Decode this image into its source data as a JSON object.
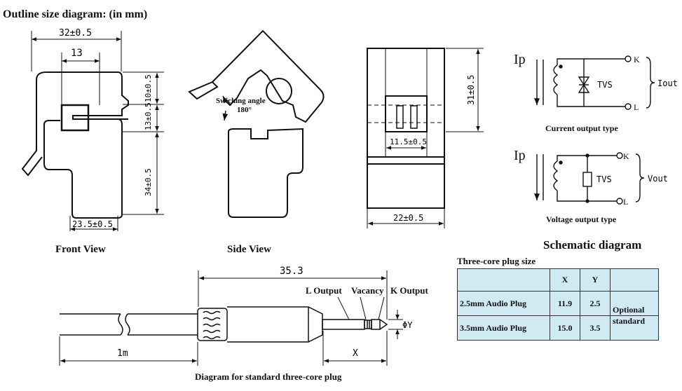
{
  "heading": "Outline size diagram: (in mm)",
  "front_view": {
    "title": "Front View",
    "dims": {
      "width_top": "32±0.5",
      "window": "13",
      "top_h": "10±0.5",
      "mid_h": "13±0.5",
      "lower_h": "34±0.5",
      "bottom_w": "23.5±0.5"
    }
  },
  "side_view": {
    "title": "Side View",
    "switching_line1": "Swiching angle",
    "switching_line2": "180°"
  },
  "back_view": {
    "height": "31±0.5",
    "pin_span": "11.5±0.5",
    "width": "22±0.5"
  },
  "schematic": {
    "title": "Schematic diagram",
    "current": {
      "ip": "Ip",
      "k": "K",
      "l": "L",
      "tvs": "TVS",
      "out": "Iout",
      "caption": "Current output type"
    },
    "voltage": {
      "ip": "Ip",
      "k": "K",
      "l": "L",
      "tvs": "TVS",
      "out": "Vout",
      "caption": "Voltage output type"
    }
  },
  "plug_table": {
    "title": "Three-core plug size",
    "headers": [
      "",
      "X",
      "Y",
      ""
    ],
    "rows": [
      {
        "name": "2.5mm Audio Plug",
        "x": "11.9",
        "y": "2.5"
      },
      {
        "name": "3.5mm Audio Plug",
        "x": "15.0",
        "y": "3.5"
      }
    ],
    "note1": "Optional",
    "note2": "standard"
  },
  "plug_diagram": {
    "title": "Diagram for standard three-core plug",
    "length": "35.3",
    "l_output": "L Output",
    "vacancy": "Vacancy",
    "k_output": "K Output",
    "phi_y": "ΦY",
    "x": "X",
    "cable": "1m"
  }
}
